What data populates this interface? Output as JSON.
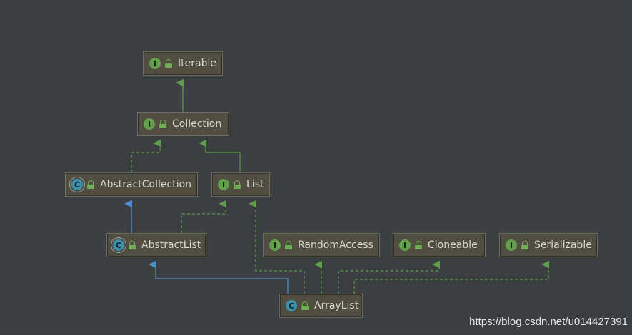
{
  "diagram": {
    "nodes": {
      "iterable": {
        "label": "Iterable",
        "badge": "I",
        "kind": "interface"
      },
      "collection": {
        "label": "Collection",
        "badge": "I",
        "kind": "interface"
      },
      "abstract_collection": {
        "label": "AbstractCollection",
        "badge": "C",
        "kind": "abstract-class"
      },
      "list": {
        "label": "List",
        "badge": "I",
        "kind": "interface"
      },
      "abstract_list": {
        "label": "AbstractList",
        "badge": "C",
        "kind": "abstract-class"
      },
      "random_access": {
        "label": "RandomAccess",
        "badge": "I",
        "kind": "interface"
      },
      "cloneable": {
        "label": "Cloneable",
        "badge": "I",
        "kind": "interface"
      },
      "serializable": {
        "label": "Serializable",
        "badge": "I",
        "kind": "interface"
      },
      "array_list": {
        "label": "ArrayList",
        "badge": "C",
        "kind": "class"
      }
    },
    "edges": [
      {
        "from": "collection",
        "to": "iterable",
        "relation": "extends-interface"
      },
      {
        "from": "list",
        "to": "collection",
        "relation": "extends-interface"
      },
      {
        "from": "abstract_collection",
        "to": "collection",
        "relation": "implements"
      },
      {
        "from": "abstract_list",
        "to": "abstract_collection",
        "relation": "extends-class"
      },
      {
        "from": "abstract_list",
        "to": "list",
        "relation": "implements"
      },
      {
        "from": "array_list",
        "to": "abstract_list",
        "relation": "extends-class"
      },
      {
        "from": "array_list",
        "to": "list",
        "relation": "implements"
      },
      {
        "from": "array_list",
        "to": "random_access",
        "relation": "implements"
      },
      {
        "from": "array_list",
        "to": "cloneable",
        "relation": "implements"
      },
      {
        "from": "array_list",
        "to": "serializable",
        "relation": "implements"
      }
    ],
    "colors": {
      "background": "#3c3f41",
      "node_fill": "#514d40",
      "interface_edge": "#5f9e4a",
      "class_edge": "#4c8fd9",
      "interface_badge": "#62a04c",
      "class_badge": "#3e8fa8"
    }
  },
  "watermark": "https://blog.csdn.net/u014427391"
}
